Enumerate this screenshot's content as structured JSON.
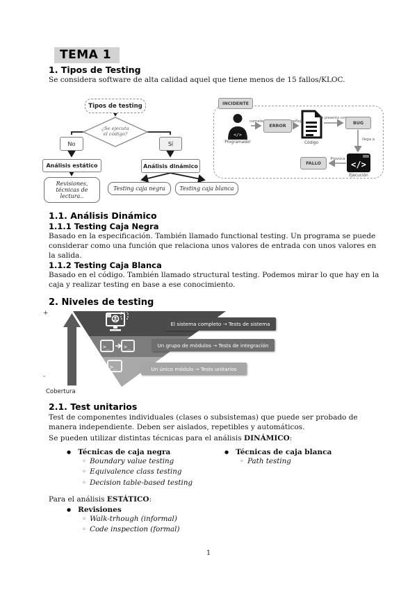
{
  "header": {
    "tema": "TEMA 1"
  },
  "section1": {
    "heading": "1. Tipos de Testing",
    "intro": "Se considera software de alta calidad aquel que tiene menos de 15 fallos/KLOC."
  },
  "flowchart": {
    "root": "Tipos de testing",
    "decision_line1": "¿Se ejecuta",
    "decision_line2": "el código?",
    "no_label": "No",
    "yes_label": "Sí",
    "static_node": "Análisis estático",
    "dynamic_node": "Análisis dinámico",
    "revisions_node": "Revisiones, técnicas de lectura..",
    "black_box_node": "Testing caja negra",
    "white_box_node": "Testing caja blanca"
  },
  "incident": {
    "badge": "INCIDENTE",
    "programmer_label": "Programador",
    "commits_label": "comete",
    "error_box": "ERROR",
    "reflects_label": "refleja",
    "code_label": "Código",
    "presents_label": "Se presenta como",
    "bug_box": "BUG",
    "reaches_label": "llega a",
    "execution_label": "Ejecución",
    "execution_glyph": "</>",
    "causes_label": "Provoca",
    "failure_box": "FALLO"
  },
  "section11": {
    "heading": "1.1. Análisis Dinámico",
    "sub1_heading": "1.1.1 Testing Caja Negra",
    "sub1_body": "Basado en la especificación. También llamado functional testing. Un programa se puede considerar como una función que relaciona unos valores de entrada con unos valores en la salida.",
    "sub2_heading": "1.1.2 Testing Caja Blanca",
    "sub2_body": "Basado en el código. También llamado structural testing. Podemos mirar lo que hay en la caja y realizar testing en base a ese conocimiento."
  },
  "section2": {
    "heading": "2. Niveles de testing",
    "levels": [
      {
        "label": "El sistema completo → Tests de sistema"
      },
      {
        "label": "Un grupo de módulos → Tests de integración"
      },
      {
        "label": "Un único módulo → Tests unitarios"
      }
    ],
    "terminal_glyph": ">_",
    "coverage_plus": "+",
    "coverage_minus": "-",
    "coverage_label": "Cobertura"
  },
  "section21": {
    "heading": "2.1. Test unitarios",
    "body1": "Test de componentes individuales (clases o subsistemas)  que puede ser probado de manera independiente. Deben ser aislados, repetibles y automáticos.",
    "body2_prefix": "Se pueden utilizar distintas técnicas para el análisis ",
    "body2_bold": "DINÁMICO",
    "body2_suffix": ":",
    "black": {
      "title": "Técnicas de caja negra",
      "items": [
        "Boundary value testing",
        "Equivalence class testing",
        "Decision table-based testing"
      ]
    },
    "white": {
      "title": "Técnicas de caja blanca",
      "items": [
        "Path testing"
      ]
    },
    "static_prefix": "Para el análisis ",
    "static_bold": "ESTÁTICO",
    "static_suffix": ":",
    "revisions": {
      "title": "Revisiones",
      "items": [
        "Walk-trhough (informal)",
        "Code inspection (formal)"
      ]
    }
  },
  "footer": {
    "page_number": "1"
  }
}
